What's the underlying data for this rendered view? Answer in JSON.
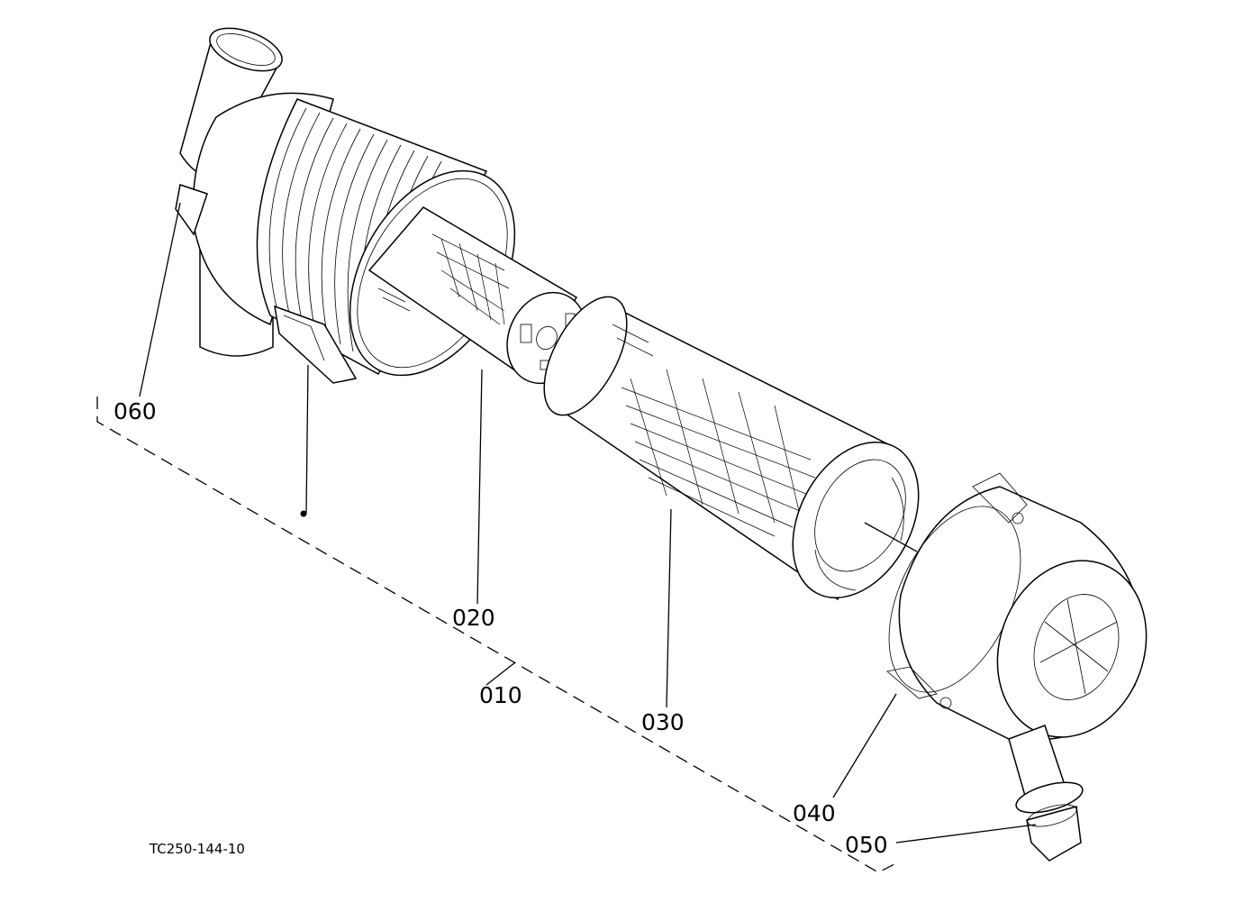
{
  "drawing_code": "TC250-144-10",
  "parts": [
    {
      "id": "010"
    },
    {
      "id": "020"
    },
    {
      "id": "030"
    },
    {
      "id": "040"
    },
    {
      "id": "050"
    },
    {
      "id": "060"
    }
  ]
}
